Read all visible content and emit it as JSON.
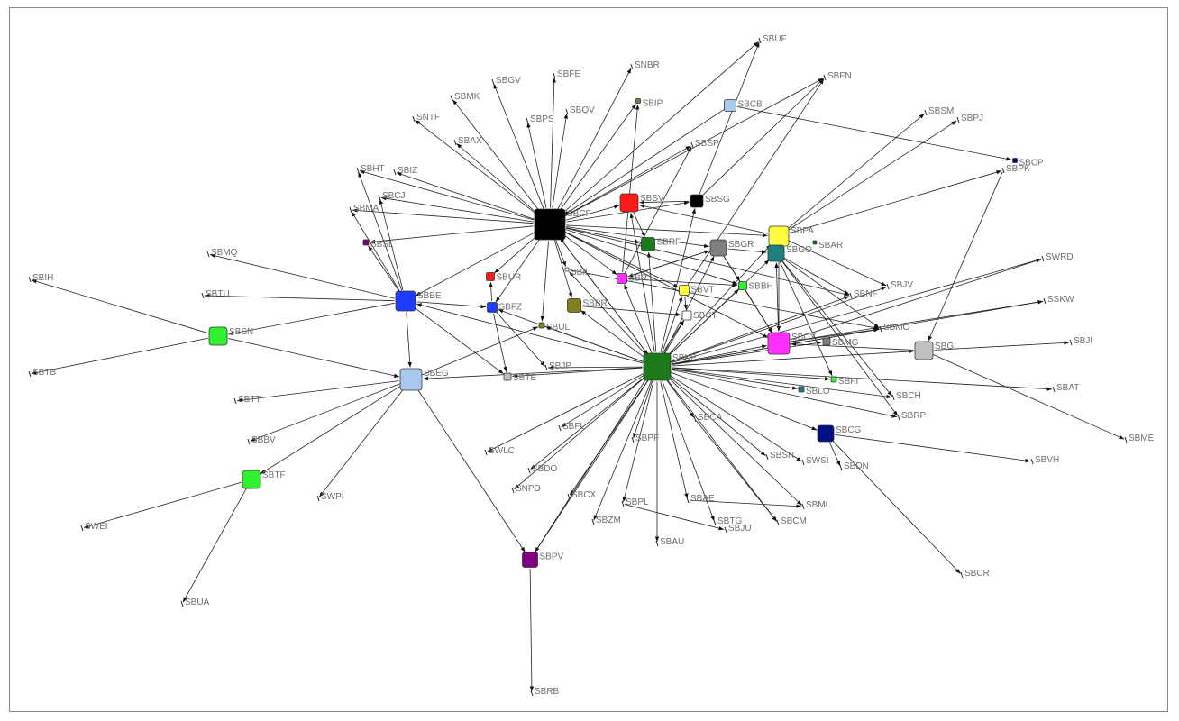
{
  "graph": {
    "nodes": [
      {
        "id": "SBCF",
        "color": "#000000"
      },
      {
        "id": "SBKP",
        "color": "#1c7a1c"
      },
      {
        "id": "SBSV",
        "color": "#ff1a1a"
      },
      {
        "id": "SBSG",
        "color": "#000000"
      },
      {
        "id": "SBPA",
        "color": "#ffff40"
      },
      {
        "id": "SBGO",
        "color": "#208080"
      },
      {
        "id": "SBGR",
        "color": "#808080"
      },
      {
        "id": "SBRF",
        "color": "#1c7a1c"
      },
      {
        "id": "SBCY",
        "color": "#ff30ff"
      },
      {
        "id": "SBGL",
        "color": "#c0c0c0"
      },
      {
        "id": "SBBE",
        "color": "#1e3cff"
      },
      {
        "id": "SBEG",
        "color": "#a8c8f0"
      },
      {
        "id": "SBSN",
        "color": "#30f030"
      },
      {
        "id": "SBTF",
        "color": "#30f030"
      },
      {
        "id": "SBPV",
        "color": "#800080"
      },
      {
        "id": "SBCG",
        "color": "#001080"
      },
      {
        "id": "SBCB",
        "color": "#a8c8f0"
      },
      {
        "id": "SBBR",
        "color": "#808020"
      },
      {
        "id": "SBRJ",
        "color": "#ff30ff"
      },
      {
        "id": "SBVT",
        "color": "#ffff40"
      },
      {
        "id": "SBBH",
        "color": "#30f030"
      },
      {
        "id": "SBFZ",
        "color": "#1e3cff"
      },
      {
        "id": "SBUR",
        "color": "#ff1a1a"
      },
      {
        "id": "SBCT",
        "color": "#ffffff"
      },
      {
        "id": "SBMG",
        "color": "#808080"
      },
      {
        "id": "SBLO",
        "color": "#208080"
      },
      {
        "id": "SBFI",
        "color": "#30f030"
      },
      {
        "id": "SBTE",
        "color": "#c0c0c0"
      },
      {
        "id": "SBSL",
        "color": "#800080"
      },
      {
        "id": "SBUL",
        "color": "#808020"
      },
      {
        "id": "SBIP",
        "color": "#808020"
      },
      {
        "id": "SBCP",
        "color": "#001080"
      },
      {
        "id": "SBAR",
        "color": "#1c7a1c"
      },
      {
        "id": "SBIL",
        "color": "#ffffff"
      },
      {
        "id": "SBUF",
        "color": null
      },
      {
        "id": "SNBR",
        "color": null
      },
      {
        "id": "SBFE",
        "color": null
      },
      {
        "id": "SBFN",
        "color": null
      },
      {
        "id": "SBGV",
        "color": null
      },
      {
        "id": "SBMK",
        "color": null
      },
      {
        "id": "SBQV",
        "color": null
      },
      {
        "id": "SNTF",
        "color": null
      },
      {
        "id": "SBPS",
        "color": null
      },
      {
        "id": "SBAX",
        "color": null
      },
      {
        "id": "SBHT",
        "color": null
      },
      {
        "id": "SBIZ",
        "color": null
      },
      {
        "id": "SBCJ",
        "color": null
      },
      {
        "id": "SBMA",
        "color": null
      },
      {
        "id": "SBMQ",
        "color": null
      },
      {
        "id": "SBIH",
        "color": null
      },
      {
        "id": "SBTU",
        "color": null
      },
      {
        "id": "SBTB",
        "color": null
      },
      {
        "id": "SBTT",
        "color": null
      },
      {
        "id": "SBBV",
        "color": null
      },
      {
        "id": "SWEI",
        "color": null
      },
      {
        "id": "SBUA",
        "color": null
      },
      {
        "id": "SWPI",
        "color": null
      },
      {
        "id": "SBRB",
        "color": null
      },
      {
        "id": "SBSP",
        "color": null
      },
      {
        "id": "SBSM",
        "color": null
      },
      {
        "id": "SBPJ",
        "color": null
      },
      {
        "id": "SBPK",
        "color": null
      },
      {
        "id": "SWRD",
        "color": null
      },
      {
        "id": "SSKW",
        "color": null
      },
      {
        "id": "SBJV",
        "color": null
      },
      {
        "id": "SBNF",
        "color": null
      },
      {
        "id": "SBMO",
        "color": null
      },
      {
        "id": "SBJI",
        "color": null
      },
      {
        "id": "SBAT",
        "color": null
      },
      {
        "id": "SBME",
        "color": null
      },
      {
        "id": "SBVH",
        "color": null
      },
      {
        "id": "SBCH",
        "color": null
      },
      {
        "id": "SBRP",
        "color": null
      },
      {
        "id": "SBCR",
        "color": null
      },
      {
        "id": "SBDN",
        "color": null
      },
      {
        "id": "SWSI",
        "color": null
      },
      {
        "id": "SBSR",
        "color": null
      },
      {
        "id": "SBML",
        "color": null
      },
      {
        "id": "SBCM",
        "color": null
      },
      {
        "id": "SBTG",
        "color": null
      },
      {
        "id": "SBJU",
        "color": null
      },
      {
        "id": "SBAE",
        "color": null
      },
      {
        "id": "SBAU",
        "color": null
      },
      {
        "id": "SBPL",
        "color": null
      },
      {
        "id": "SBZM",
        "color": null
      },
      {
        "id": "SBCX",
        "color": null
      },
      {
        "id": "SNPD",
        "color": null
      },
      {
        "id": "SBDO",
        "color": null
      },
      {
        "id": "SWLC",
        "color": null
      },
      {
        "id": "SBFL",
        "color": null
      },
      {
        "id": "SBPF",
        "color": null
      },
      {
        "id": "SBCA",
        "color": null
      },
      {
        "id": "SBJP",
        "color": null
      }
    ],
    "edges": [
      [
        "SBCF",
        "SBUF"
      ],
      [
        "SBCF",
        "SNBR"
      ],
      [
        "SBCF",
        "SBFE"
      ],
      [
        "SBCF",
        "SBFN"
      ],
      [
        "SBCF",
        "SBGV"
      ],
      [
        "SBCF",
        "SBMK"
      ],
      [
        "SBCF",
        "SBQV"
      ],
      [
        "SBCF",
        "SNTF"
      ],
      [
        "SBCF",
        "SBPS"
      ],
      [
        "SBCF",
        "SBAX"
      ],
      [
        "SBCF",
        "SBHT"
      ],
      [
        "SBCF",
        "SBIZ"
      ],
      [
        "SBCF",
        "SBCJ"
      ],
      [
        "SBCF",
        "SBMA"
      ],
      [
        "SBCF",
        "SBSL"
      ],
      [
        "SBCF",
        "SBSV"
      ],
      [
        "SBCF",
        "SBSG"
      ],
      [
        "SBCF",
        "SBPA"
      ],
      [
        "SBCF",
        "SBGR"
      ],
      [
        "SBCF",
        "SBRF"
      ],
      [
        "SBCF",
        "SBBE"
      ],
      [
        "SBCF",
        "SBUR"
      ],
      [
        "SBCF",
        "SBFZ"
      ],
      [
        "SBCF",
        "SBIL"
      ],
      [
        "SBCF",
        "SBRJ"
      ],
      [
        "SBCF",
        "SBBR"
      ],
      [
        "SBCF",
        "SBKP"
      ],
      [
        "SBCF",
        "SBVT"
      ],
      [
        "SBCF",
        "SBBH"
      ],
      [
        "SBCF",
        "SBSP"
      ],
      [
        "SBCF",
        "SBIP"
      ],
      [
        "SBCF",
        "SBCY"
      ],
      [
        "SBCF",
        "SBNF"
      ],
      [
        "SBCF",
        "SBUL"
      ],
      [
        "SBKP",
        "SBCF"
      ],
      [
        "SBKP",
        "SBSV"
      ],
      [
        "SBKP",
        "SBSG"
      ],
      [
        "SBKP",
        "SBPA"
      ],
      [
        "SBKP",
        "SBGO"
      ],
      [
        "SBKP",
        "SBGR"
      ],
      [
        "SBKP",
        "SBRF"
      ],
      [
        "SBKP",
        "SBCY"
      ],
      [
        "SBKP",
        "SBGL"
      ],
      [
        "SBKP",
        "SBMG"
      ],
      [
        "SBKP",
        "SBFI"
      ],
      [
        "SBKP",
        "SBLO"
      ],
      [
        "SBKP",
        "SBCG"
      ],
      [
        "SBKP",
        "SBCH"
      ],
      [
        "SBKP",
        "SBRP"
      ],
      [
        "SBKP",
        "SBAT"
      ],
      [
        "SBKP",
        "SBCA"
      ],
      [
        "SBKP",
        "SBSR"
      ],
      [
        "SBKP",
        "SWSI"
      ],
      [
        "SBKP",
        "SBML"
      ],
      [
        "SBKP",
        "SBCM"
      ],
      [
        "SBKP",
        "SBTG"
      ],
      [
        "SBKP",
        "SBAE"
      ],
      [
        "SBKP",
        "SBAU"
      ],
      [
        "SBKP",
        "SBPL"
      ],
      [
        "SBKP",
        "SBZM"
      ],
      [
        "SBKP",
        "SBCX"
      ],
      [
        "SBKP",
        "SNPD"
      ],
      [
        "SBKP",
        "SBDO"
      ],
      [
        "SBKP",
        "SWLC"
      ],
      [
        "SBKP",
        "SBFL"
      ],
      [
        "SBKP",
        "SBPF"
      ],
      [
        "SBKP",
        "SBJP"
      ],
      [
        "SBKP",
        "SBTE"
      ],
      [
        "SBKP",
        "SBEG"
      ],
      [
        "SBKP",
        "SBBR"
      ],
      [
        "SBKP",
        "SBRJ"
      ],
      [
        "SBKP",
        "SBVT"
      ],
      [
        "SBKP",
        "SBBH"
      ],
      [
        "SBKP",
        "SBCT"
      ],
      [
        "SBKP",
        "SBFZ"
      ],
      [
        "SBKP",
        "SBNF"
      ],
      [
        "SBKP",
        "SBMO"
      ],
      [
        "SBKP",
        "SBJV"
      ],
      [
        "SBKP",
        "SBPV"
      ],
      [
        "SBKP",
        "SWRD"
      ],
      [
        "SBKP",
        "SSKW"
      ],
      [
        "SBKP",
        "SBIL"
      ],
      [
        "SBKP",
        "SBUL"
      ],
      [
        "SBKP",
        "SBBE"
      ],
      [
        "SBBE",
        "SBMQ"
      ],
      [
        "SBBE",
        "SBTU"
      ],
      [
        "SBBE",
        "SBSN"
      ],
      [
        "SBBE",
        "SBEG"
      ],
      [
        "SBBE",
        "SBFZ"
      ],
      [
        "SBBE",
        "SBSL"
      ],
      [
        "SBBE",
        "SBMA"
      ],
      [
        "SBBE",
        "SBCJ"
      ],
      [
        "SBBE",
        "SBHT"
      ],
      [
        "SBBE",
        "SBTE"
      ],
      [
        "SBSN",
        "SBIH"
      ],
      [
        "SBSN",
        "SBTB"
      ],
      [
        "SBSN",
        "SBEG"
      ],
      [
        "SBEG",
        "SBTT"
      ],
      [
        "SBEG",
        "SBBV"
      ],
      [
        "SBEG",
        "SBTF"
      ],
      [
        "SBEG",
        "SWPI"
      ],
      [
        "SBEG",
        "SBPV"
      ],
      [
        "SBEG",
        "SBUL"
      ],
      [
        "SBTF",
        "SWEI"
      ],
      [
        "SBTF",
        "SBUA"
      ],
      [
        "SBPV",
        "SBRB"
      ],
      [
        "SBPV",
        "SBCT"
      ],
      [
        "SBCB",
        "SBCP"
      ],
      [
        "SBCB",
        "SBCF"
      ],
      [
        "SBPA",
        "SBSM"
      ],
      [
        "SBPA",
        "SBPJ"
      ],
      [
        "SBPA",
        "SBPK"
      ],
      [
        "SBPA",
        "SBSV"
      ],
      [
        "SBPA",
        "SBCY"
      ],
      [
        "SBPA",
        "SBJV"
      ],
      [
        "SBPK",
        "SBGL"
      ],
      [
        "SBGL",
        "SBJI"
      ],
      [
        "SBGL",
        "SBME"
      ],
      [
        "SBGL",
        "SBCY"
      ],
      [
        "SBCY",
        "SWRD"
      ],
      [
        "SBCY",
        "SSKW"
      ],
      [
        "SBCY",
        "SBGO"
      ],
      [
        "SBCY",
        "SBMO"
      ],
      [
        "SBGO",
        "SBNF"
      ],
      [
        "SBGO",
        "SBMO"
      ],
      [
        "SBGO",
        "SBCH"
      ],
      [
        "SBGO",
        "SBRP"
      ],
      [
        "SBGO",
        "SBFI"
      ],
      [
        "SBGR",
        "SBGO"
      ],
      [
        "SBGR",
        "SBBH"
      ],
      [
        "SBGR",
        "SBCY"
      ],
      [
        "SBGR",
        "SBRJ"
      ],
      [
        "SBSV",
        "SBRF"
      ],
      [
        "SBSG",
        "SBSV"
      ],
      [
        "SBSG",
        "SBUF"
      ],
      [
        "SBSG",
        "SBFN"
      ],
      [
        "SBRJ",
        "SBIP"
      ],
      [
        "SBRJ",
        "SBSP"
      ],
      [
        "SBRJ",
        "SBGR"
      ],
      [
        "SBRJ",
        "SBBH"
      ],
      [
        "SBCG",
        "SBCR"
      ],
      [
        "SBCG",
        "SBVH"
      ],
      [
        "SBCG",
        "SBDN"
      ],
      [
        "SBFZ",
        "SBTE"
      ],
      [
        "SBFZ",
        "SBJP"
      ],
      [
        "SBFZ",
        "SBUR"
      ],
      [
        "SBAE",
        "SBML"
      ],
      [
        "SBPL",
        "SBJU"
      ],
      [
        "SBCA",
        "SBCM"
      ],
      [
        "SBVT",
        "SBCT"
      ],
      [
        "SBVT",
        "SBFN"
      ],
      [
        "SBBR",
        "SBCT"
      ],
      [
        "SBIL",
        "SBMO"
      ],
      [
        "SBBH",
        "SBCY"
      ]
    ]
  }
}
